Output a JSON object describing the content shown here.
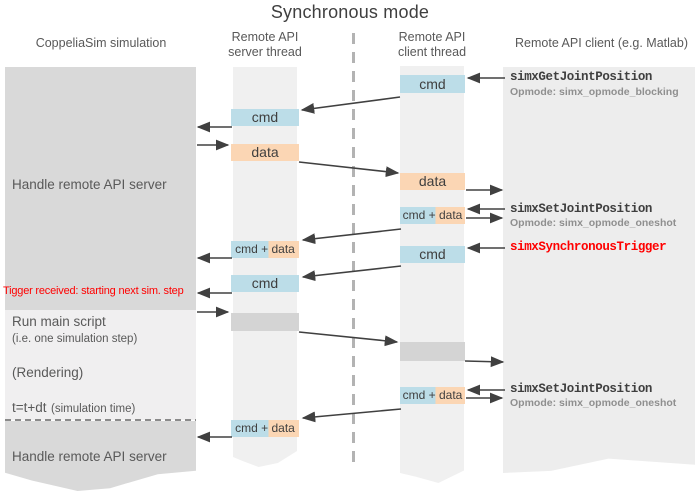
{
  "title": "Synchronous mode",
  "colors": {
    "band_dark": "#d9d9d9",
    "band_light": "#f0f0f0",
    "band_api": "#ededed",
    "cmd_blue": "#bcdde8",
    "data_orange": "#fbd6b4",
    "step_gray": "#d4d4d4",
    "arrow": "#404040",
    "alert_red": "#ff0000",
    "text_gray": "#595959"
  },
  "headers": {
    "sim": "CoppeliaSim simulation",
    "server_line1": "Remote API",
    "server_line2": "server thread",
    "client_line1": "Remote API",
    "client_line2": "client thread",
    "api": "Remote API client (e.g. Matlab)"
  },
  "sim": {
    "handle_top": "Handle remote API server",
    "trigger_note": "Tigger received: starting next sim. step",
    "run_main": "Run main script",
    "run_main_sub": "(i.e. one simulation step)",
    "rendering": "(Rendering)",
    "time": "t=t+dt",
    "time_sub": "(simulation time)",
    "handle_bottom": "Handle remote API server"
  },
  "server_boxes": [
    {
      "label": "cmd"
    },
    {
      "label": "data"
    },
    {
      "label": "cmd + data"
    },
    {
      "label": "cmd"
    },
    {
      "label": ""
    },
    {
      "label": "cmd + data"
    }
  ],
  "client_boxes": [
    {
      "label": "cmd"
    },
    {
      "label": "data"
    },
    {
      "label": "cmd + data"
    },
    {
      "label": "cmd"
    },
    {
      "label": ""
    },
    {
      "label": "cmd + data"
    }
  ],
  "api_calls": [
    {
      "name": "simxGetJointPosition",
      "opmode": "Opmode: simx_opmode_blocking"
    },
    {
      "name": "simxSetJointPosition",
      "opmode": "Opmode: simx_opmode_oneshot"
    },
    {
      "name": "simxSynchronousTrigger",
      "opmode": ""
    },
    {
      "name": "simxSetJointPosition",
      "opmode": "Opmode: simx_opmode_oneshot"
    }
  ]
}
